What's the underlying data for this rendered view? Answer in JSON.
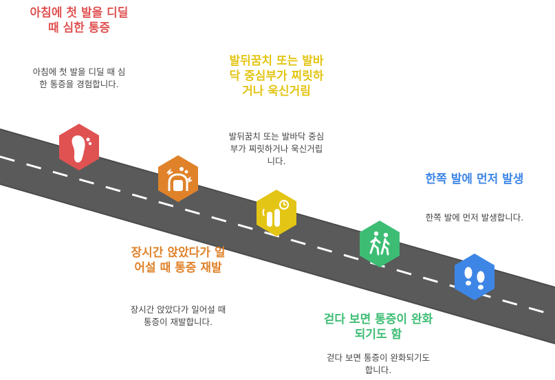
{
  "colors": {
    "road": "#5a5a5a",
    "road_edge": "#4a4a4a",
    "lane_marking": "#ffffff",
    "red": "#e05252",
    "orange": "#e0822a",
    "yellow": "#e3c515",
    "green": "#3dbd74",
    "blue": "#3e86e6",
    "desc_text": "#444444"
  },
  "steps": [
    {
      "title": "아침에 첫 발을 디딜 때 심한 통증",
      "description": "아침에 첫 발을 디딜 때 심한 통증을 경험합니다.",
      "icon": "foot-pain-icon",
      "color": "#e05252"
    },
    {
      "title": "장시간 앉았다가 일어설 때 통증 재발",
      "description": "장시간 앉았다가 일어설 때 통증이 재발합니다.",
      "icon": "standing-pain-icon",
      "color": "#e0822a"
    },
    {
      "title": "발뒤꿈치 또는 발바닥 중심부가 찌릿하거나 욱신거림",
      "description": "발뒤꿈치 또는 발바닥 중심부가 찌릿하거나 욱신거립니다.",
      "icon": "tingling-foot-icon",
      "color": "#e3c515"
    },
    {
      "title": "걷다 보면 통증이 완화되기도 함",
      "description": "걷다 보면 통증이 완화되기도 합니다.",
      "icon": "walking-people-icon",
      "color": "#3dbd74"
    },
    {
      "title": "한쪽 발에 먼저 발생",
      "description": "한쪽 발에 먼저 발생합니다.",
      "icon": "footprints-icon",
      "color": "#3e86e6"
    }
  ]
}
